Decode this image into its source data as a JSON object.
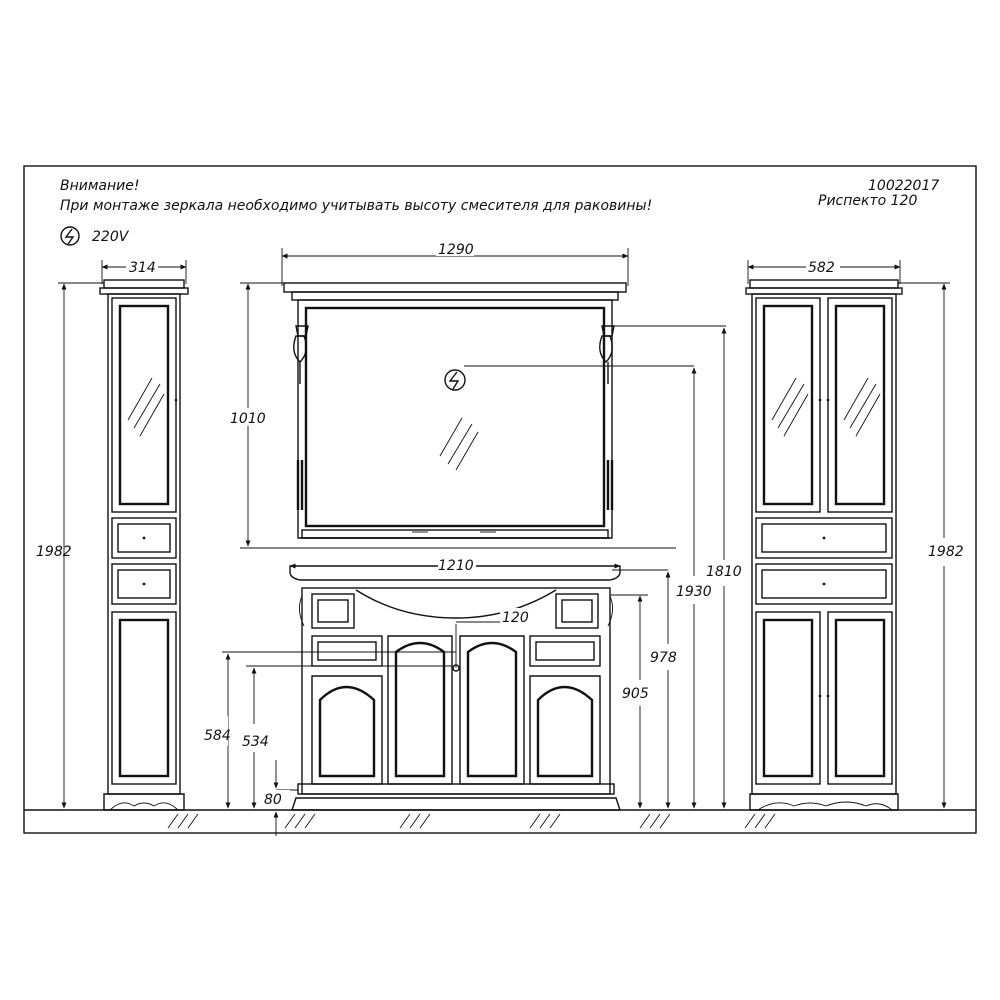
{
  "header": {
    "warning_title": "Внимание!",
    "warning_text": "При монтаже зеркала необходимо учитывать высоту смесителя для раковины!",
    "power_label": "220V",
    "article_number": "10022017",
    "model_name": "Риспекто  120"
  },
  "icons": {
    "power_socket": "power-socket-icon",
    "glass_hatch": "glass-hatch-icon",
    "floor_hatch": "floor-hatch-icon"
  },
  "dimensions": {
    "left_cabinet_width": "314",
    "left_cabinet_height": "1982",
    "mirror_width": "1290",
    "mirror_height": "1010",
    "vanity_width": "1210",
    "faucet_offset": "120",
    "mirror_top_height": "1930",
    "socket_height": "1810",
    "vanity_top_height": "978",
    "vanity_body_height": "905",
    "drain_height": "584",
    "water_height": "534",
    "plinth_height": "80",
    "right_cabinet_width": "582",
    "right_cabinet_height": "1982"
  }
}
